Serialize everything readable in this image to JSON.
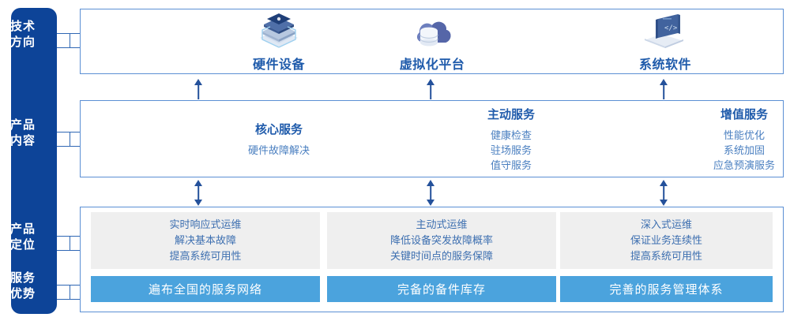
{
  "colors": {
    "sidebar_bg": "#0d4498",
    "panel_border": "#5b8fd4",
    "title_blue": "#1f5bab",
    "body_blue": "#4a7fc0",
    "gray_box": "#efefef",
    "advantage_bar": "#4ba3dd",
    "arrow": "#24519b"
  },
  "sidebar": {
    "items": [
      {
        "id": "tech-direction",
        "line1": "技术",
        "line2": "方向"
      },
      {
        "id": "product-content",
        "line1": "产品",
        "line2": "内容"
      },
      {
        "id": "product-position",
        "line1": "产品",
        "line2": "定位"
      },
      {
        "id": "service-advantage",
        "line1": "服务",
        "line2": "优势"
      }
    ]
  },
  "tech_direction": {
    "columns": [
      {
        "icon": "server-stack-icon",
        "title": "硬件设备"
      },
      {
        "icon": "cloud-database-icon",
        "title": "虚拟化平台"
      },
      {
        "icon": "laptop-code-icon",
        "title": "系统软件"
      }
    ]
  },
  "product_content": {
    "columns": [
      {
        "title": "核心服务",
        "items": [
          "硬件故障解决"
        ]
      },
      {
        "title": "主动服务",
        "items": [
          "健康检查",
          "驻场服务",
          "值守服务"
        ]
      },
      {
        "title": "增值服务",
        "items": [
          "性能优化",
          "系统加固",
          "应急预演服务"
        ]
      }
    ]
  },
  "product_position": {
    "columns": [
      {
        "lines": [
          "实时响应式运维",
          "解决基本故障",
          "提高系统可用性"
        ]
      },
      {
        "lines": [
          "主动式运维",
          "降低设备突发故障概率",
          "关键时间点的服务保障"
        ]
      },
      {
        "lines": [
          "深入式运维",
          "保证业务连续性",
          "提高系统可用性"
        ]
      }
    ]
  },
  "service_advantage": {
    "bars": [
      {
        "label": "遍布全国的服务网络"
      },
      {
        "label": "完备的备件库存"
      },
      {
        "label": "完善的服务管理体系"
      }
    ]
  }
}
